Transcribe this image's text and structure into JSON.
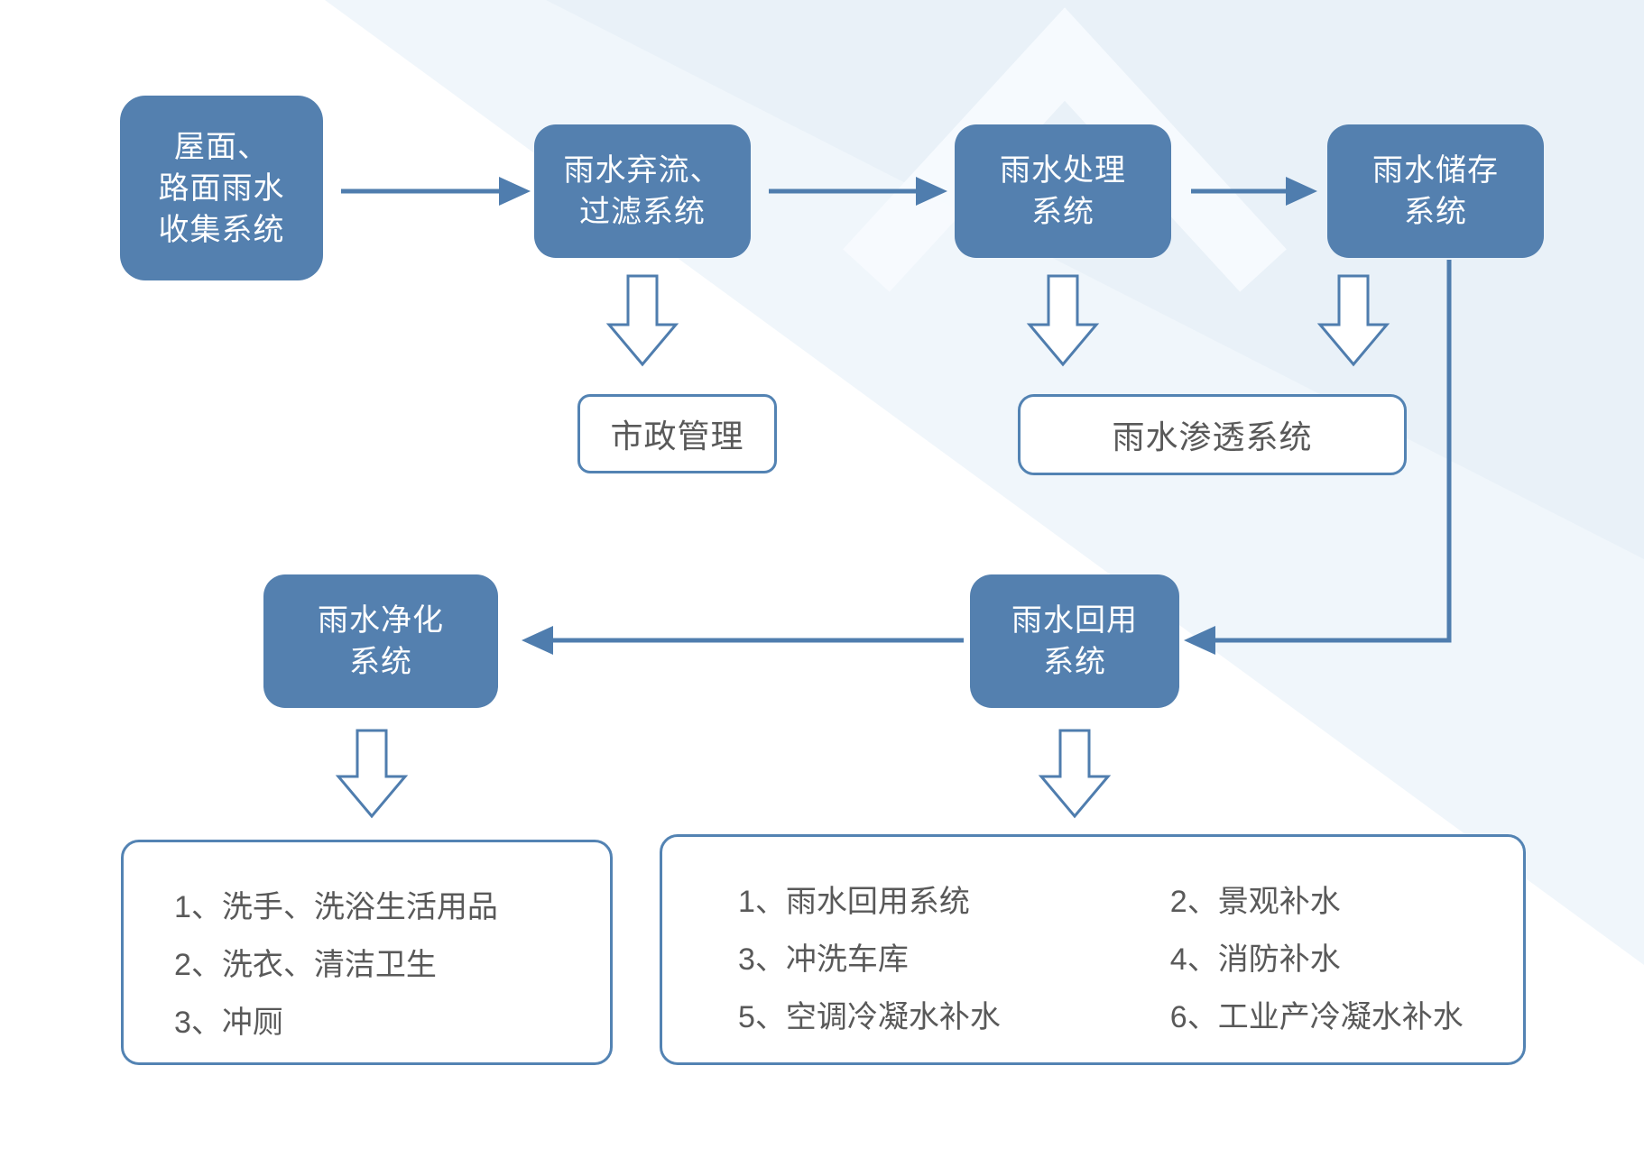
{
  "background": {
    "base": "#ffffff",
    "tint_light": "#f0f6fb",
    "tint_deep": "#e9f1f8",
    "highlight": "#f7fbfe"
  },
  "palette": {
    "node_fill": "#5480af",
    "node_text": "#ffffff",
    "connector": "#4f7dae",
    "outline_border": "#5383b3",
    "outline_text": "#595959"
  },
  "nodes": {
    "collection": {
      "lines": [
        "屋面、",
        "路面雨水",
        "收集系统"
      ]
    },
    "diversion": {
      "lines": [
        "雨水弃流、",
        "过滤系统"
      ]
    },
    "treatment": {
      "lines": [
        "雨水处理",
        "系统"
      ]
    },
    "storage": {
      "lines": [
        "雨水储存",
        "系统"
      ]
    },
    "municipal": {
      "label": "市政管理"
    },
    "infiltration": {
      "label": "雨水渗透系统"
    },
    "purification": {
      "lines": [
        "雨水净化",
        "系统"
      ]
    },
    "reuse": {
      "lines": [
        "雨水回用",
        "系统"
      ]
    }
  },
  "lists": {
    "purification_uses": {
      "items": [
        "1、洗手、洗浴生活用品",
        "2、洗衣、清洁卫生",
        "3、冲厕"
      ]
    },
    "reuse_uses": {
      "items": [
        "1、雨水回用系统",
        "2、景观补水",
        "3、冲洗车库",
        "4、消防补水",
        "5、空调冷凝水补水",
        "6、工业产冷凝水补水"
      ]
    }
  }
}
